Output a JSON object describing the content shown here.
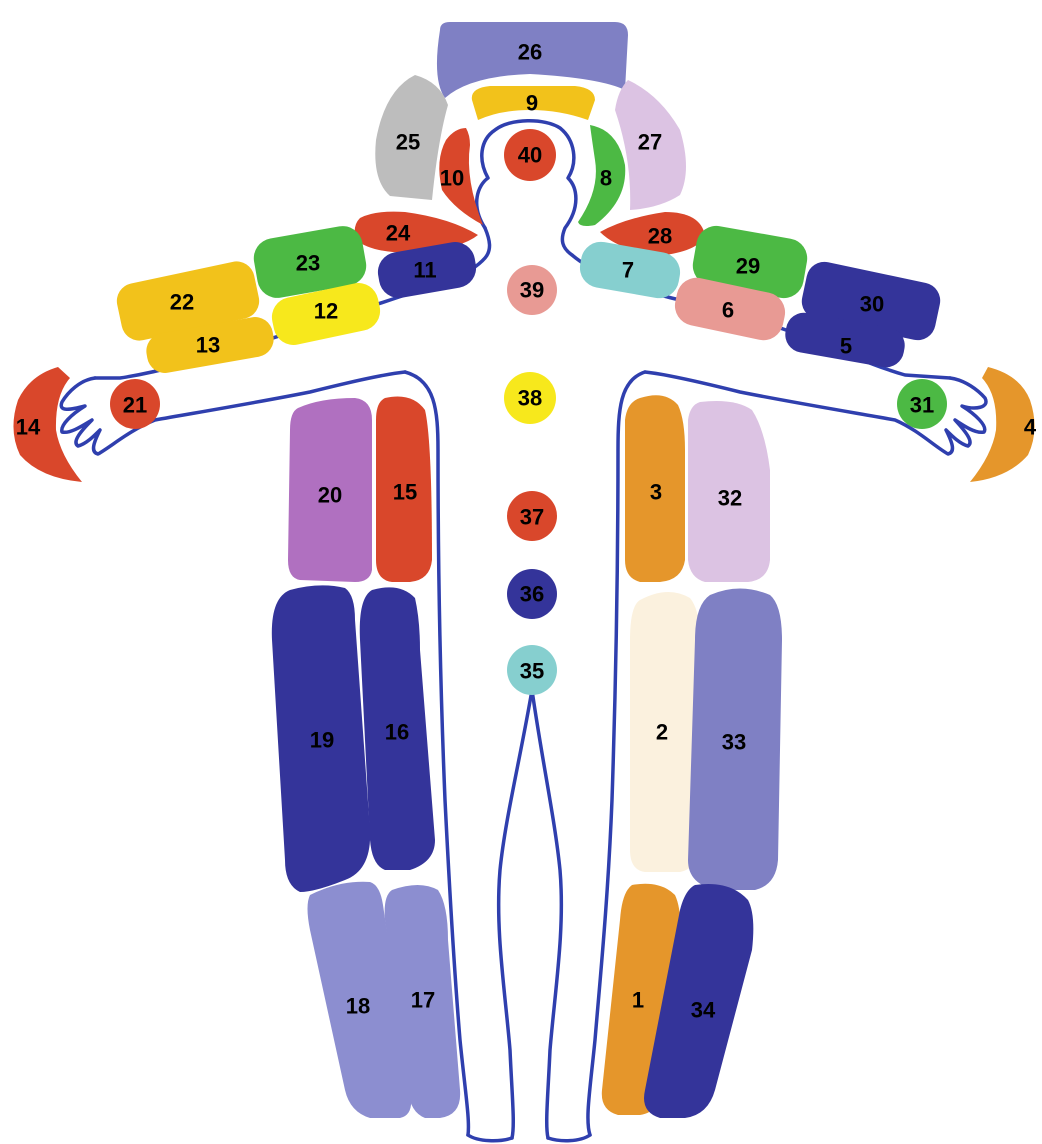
{
  "colors": {
    "outline": "#2f3fae",
    "red": "#d9472b",
    "orange": "#e5962b",
    "yellow": "#f2c21b",
    "bright_yellow": "#f7e81c",
    "green": "#4cb944",
    "navy": "#34349a",
    "periwinkle": "#7f80c4",
    "light_periwinkle": "#8c8ed0",
    "lavender": "#dcc3e3",
    "gray": "#bdbdbd",
    "teal": "#86cfcf",
    "pink": "#e89a94",
    "purple": "#b070c0",
    "cream": "#fbf1de"
  },
  "zones": [
    {
      "id": "1",
      "label": "1",
      "color": "#e5962b"
    },
    {
      "id": "2",
      "label": "2",
      "color": "#fbf1de"
    },
    {
      "id": "3",
      "label": "3",
      "color": "#e5962b"
    },
    {
      "id": "4",
      "label": "4",
      "color": "#e5962b"
    },
    {
      "id": "5",
      "label": "5",
      "color": "#34349a"
    },
    {
      "id": "6",
      "label": "6",
      "color": "#e89a94"
    },
    {
      "id": "7",
      "label": "7",
      "color": "#86cfcf"
    },
    {
      "id": "8",
      "label": "8",
      "color": "#4cb944"
    },
    {
      "id": "9",
      "label": "9",
      "color": "#f2c21b"
    },
    {
      "id": "10",
      "label": "10",
      "color": "#d9472b"
    },
    {
      "id": "11",
      "label": "11",
      "color": "#34349a"
    },
    {
      "id": "12",
      "label": "12",
      "color": "#f7e81c"
    },
    {
      "id": "13",
      "label": "13",
      "color": "#f2c21b"
    },
    {
      "id": "14",
      "label": "14",
      "color": "#d9472b"
    },
    {
      "id": "15",
      "label": "15",
      "color": "#d9472b"
    },
    {
      "id": "16",
      "label": "16",
      "color": "#34349a"
    },
    {
      "id": "17",
      "label": "17",
      "color": "#8c8ed0"
    },
    {
      "id": "18",
      "label": "18",
      "color": "#8c8ed0"
    },
    {
      "id": "19",
      "label": "19",
      "color": "#34349a"
    },
    {
      "id": "20",
      "label": "20",
      "color": "#b070c0"
    },
    {
      "id": "21",
      "label": "21",
      "color": "#d9472b"
    },
    {
      "id": "22",
      "label": "22",
      "color": "#f2c21b"
    },
    {
      "id": "23",
      "label": "23",
      "color": "#4cb944"
    },
    {
      "id": "24",
      "label": "24",
      "color": "#d9472b"
    },
    {
      "id": "25",
      "label": "25",
      "color": "#bdbdbd"
    },
    {
      "id": "26",
      "label": "26",
      "color": "#7f80c4"
    },
    {
      "id": "27",
      "label": "27",
      "color": "#dcc3e3"
    },
    {
      "id": "28",
      "label": "28",
      "color": "#d9472b"
    },
    {
      "id": "29",
      "label": "29",
      "color": "#4cb944"
    },
    {
      "id": "30",
      "label": "30",
      "color": "#34349a"
    },
    {
      "id": "31",
      "label": "31",
      "color": "#4cb944"
    },
    {
      "id": "32",
      "label": "32",
      "color": "#dcc3e3"
    },
    {
      "id": "33",
      "label": "33",
      "color": "#7f80c4"
    },
    {
      "id": "34",
      "label": "34",
      "color": "#34349a"
    },
    {
      "id": "35",
      "label": "35",
      "color": "#86cfcf"
    },
    {
      "id": "36",
      "label": "36",
      "color": "#34349a"
    },
    {
      "id": "37",
      "label": "37",
      "color": "#d9472b"
    },
    {
      "id": "38",
      "label": "38",
      "color": "#f7e81c"
    },
    {
      "id": "39",
      "label": "39",
      "color": "#e89a94"
    },
    {
      "id": "40",
      "label": "40",
      "color": "#d9472b"
    }
  ]
}
